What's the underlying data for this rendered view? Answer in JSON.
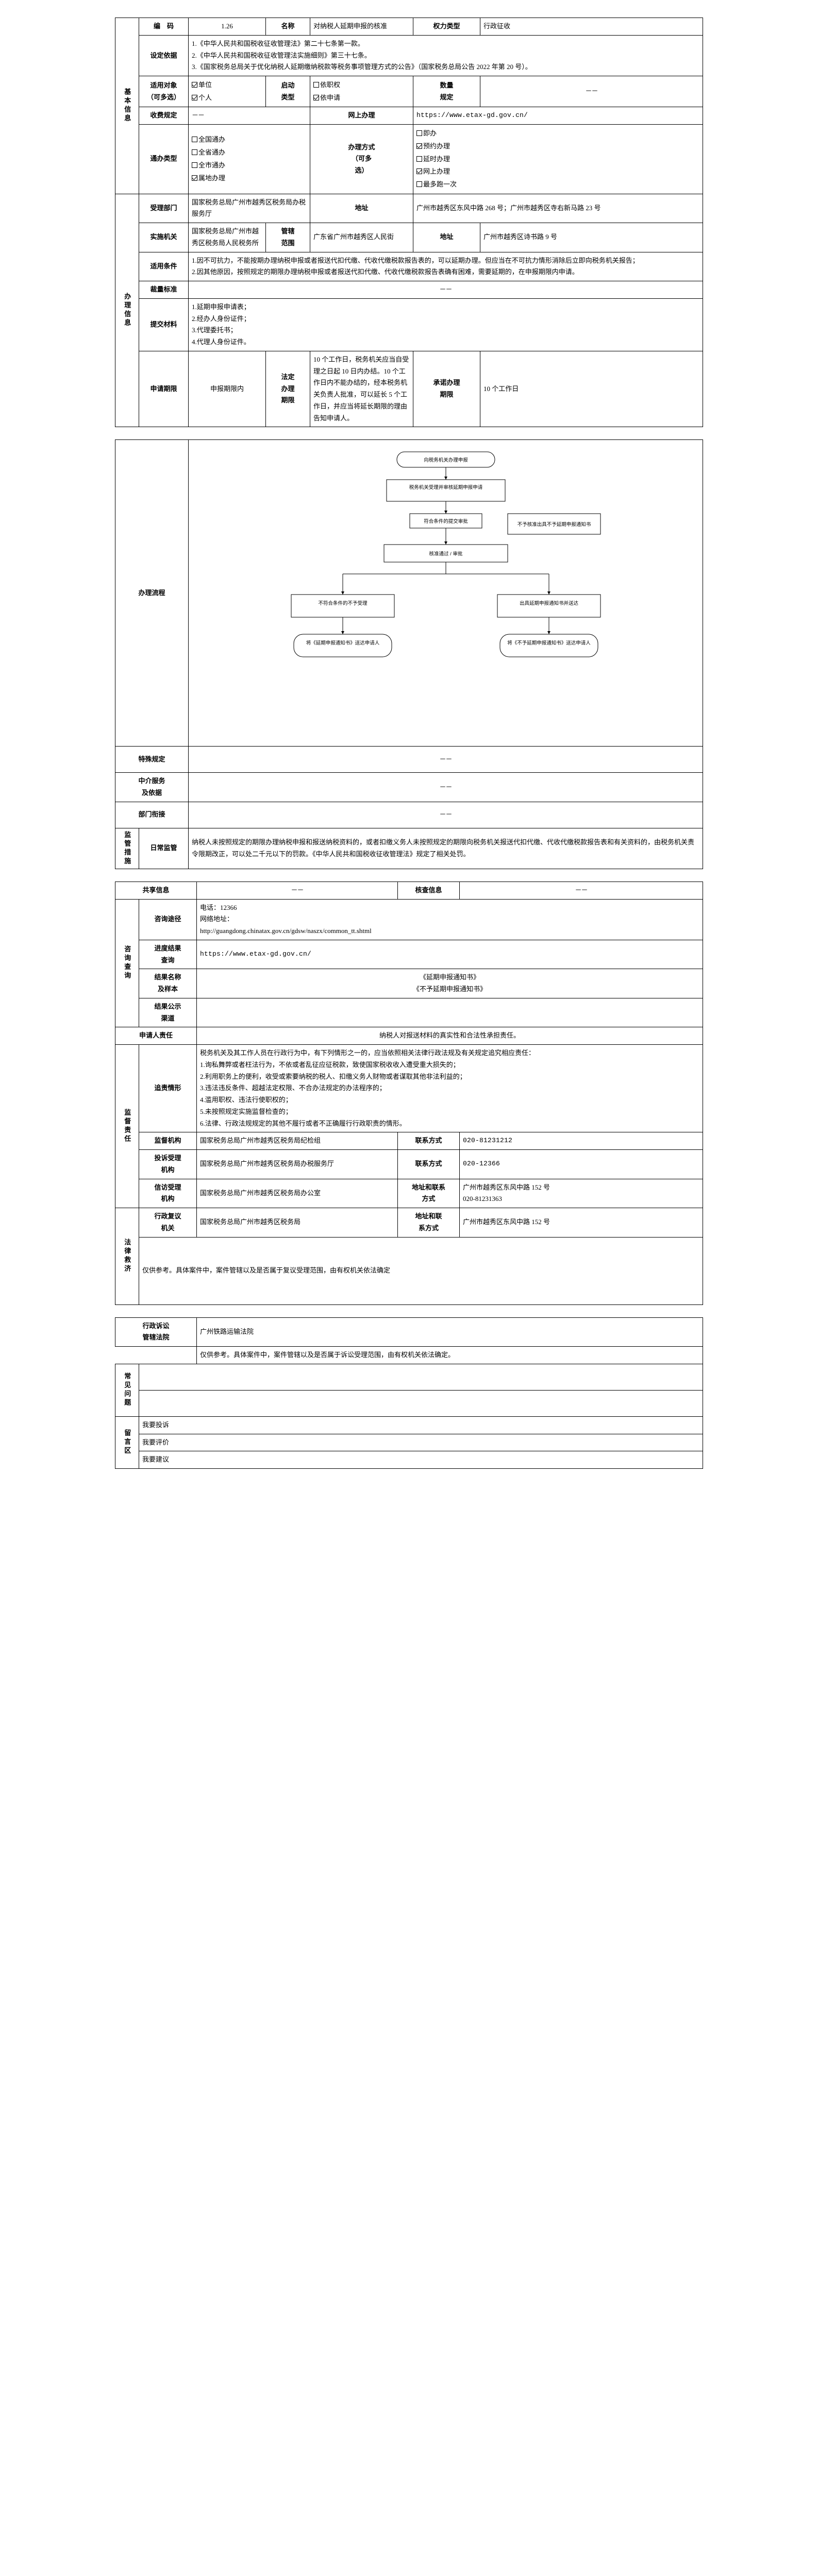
{
  "doc": {
    "title": "对纳税人延期申报的核准"
  },
  "basic": {
    "section_label": "基本信息",
    "code_label": "编　码",
    "code_value": "1.26",
    "name_label": "名称",
    "name_value": "对纳税人延期申报的核准",
    "power_type_label": "权力类型",
    "power_type_value": "行政征收",
    "basis_label": "设定依据",
    "basis_items": [
      "1.《中华人民共和国税收征收管理法》第二十七条第一款。",
      "2.《中华人民共和国税收征收管理法实施细则》第三十七条。",
      "3.《国家税务总局关于优化纳税人延期缴纳税款等税务事项管理方式的公告》（国家税务总局公告 2022 年第 20 号）。"
    ],
    "audience_label": "适用对象\n（可多选）",
    "audience_label_line1": "适用对象",
    "audience_label_line2": "（可多选）",
    "audience_options": [
      {
        "label": "单位",
        "checked": true
      },
      {
        "label": "个人",
        "checked": true
      }
    ],
    "start_type_label_line1": "启动",
    "start_type_label_line2": "类型",
    "start_type_options": [
      {
        "label": "依职权",
        "checked": false
      },
      {
        "label": "依申请",
        "checked": true
      }
    ],
    "quantity_label_line1": "数量",
    "quantity_label_line2": "规定",
    "quantity_value": "－－",
    "fee_label": "收费规定",
    "fee_value": "－－",
    "online_label": "网上办理",
    "online_value": "https://www.etax-gd.gov.cn/",
    "crossregion_label": "通办类型",
    "crossregion_options": [
      {
        "label": "全国通办",
        "checked": false
      },
      {
        "label": "全省通办",
        "checked": false
      },
      {
        "label": "全市通办",
        "checked": false
      },
      {
        "label": "属地办理",
        "checked": true
      }
    ],
    "handling_label_line1": "办理方式",
    "handling_label_line2": "（可多",
    "handling_label_line3": "选）",
    "handling_options": [
      {
        "label": "即办",
        "checked": false
      },
      {
        "label": "预约办理",
        "checked": true
      },
      {
        "label": "延时办理",
        "checked": false
      },
      {
        "label": "网上办理",
        "checked": true
      },
      {
        "label": "最多跑一次",
        "checked": false
      }
    ]
  },
  "handle": {
    "section_label": "办理信息",
    "accept_dept_label": "受理部门",
    "accept_dept_value": "国家税务总局广州市越秀区税务局办税服务厅",
    "accept_addr_label": "地址",
    "accept_addr_value": "广州市越秀区东风中路 268 号；广州市越秀区寺右新马路 23 号",
    "exec_org_label": "实施机关",
    "exec_org_value": "国家税务总局广州市越秀区税务局人民税务所",
    "jurisdiction_label_line1": "管辖",
    "jurisdiction_label_line2": "范围",
    "jurisdiction_value": "广东省广州市越秀区人民街",
    "exec_addr_label": "地址",
    "exec_addr_value": "广州市越秀区诗书路 9 号",
    "conditions_label": "适用条件",
    "conditions_items": [
      "1.因不可抗力，不能按期办理纳税申报或者报送代扣代缴、代收代缴税款报告表的，可以延期办理。但应当在不可抗力情形消除后立即向税务机关报告；",
      "2.因其他原因，按照规定的期限办理纳税申报或者报送代扣代缴、代收代缴税款报告表确有困难，需要延期的，在申报期限内申请。"
    ],
    "discretion_label": "裁量标准",
    "discretion_value": "－－",
    "materials_label": "提交材料",
    "materials_items": [
      "1.延期申报申请表；",
      "2.经办人身份证件；",
      "3.代理委托书；",
      "4.代理人身份证件。"
    ],
    "apply_period_label": "申请期限",
    "apply_period_value": "申报期限内",
    "legal_period_label_line1": "法定",
    "legal_period_label_line2": "办理",
    "legal_period_label_line3": "期限",
    "legal_period_value": "10 个工作日，税务机关应当自受理之日起 10 日内办结。10 个工作日内不能办结的，经本税务机关负责人批准，可以延长 5 个工作日，并应当将延长期限的理由告知申请人。",
    "promise_period_label_line1": "承诺办理",
    "promise_period_label_line2": "期限",
    "promise_period_value": "10 个工作日",
    "flow_label": "办理流程",
    "flow_nodes": [
      "向税务机关办理申报",
      "税务机关受理并审核延期申报申请",
      "符合条件的提交审批",
      "不符合条件的不予受理",
      "核准通过 / 审批",
      "出具延期申报通知书并送达",
      "不予核准出具不予延期申报通知书",
      "将《延期申报通知书》送达申请人",
      "将《不予延期申报通知书》送达申请人"
    ],
    "special_label": "特殊规定",
    "special_value": "－－",
    "agency_label_line1": "中介服务",
    "agency_label_line2": "及依据",
    "agency_value": "－－",
    "dept_link_label": "部门衔接",
    "dept_link_value": "－－"
  },
  "supervision_measure": {
    "section_label": "监管措施",
    "daily_label": "日常监管",
    "daily_value": "纳税人未按照规定的期限办理纳税申报和报送纳税资料的，或者扣缴义务人未按照规定的期限向税务机关报送代扣代缴、代收代缴税款报告表和有关资料的，由税务机关责令限期改正，可以处二千元以下的罚款。《中华人民共和国税收征收管理法》规定了相关处罚。"
  },
  "share": {
    "share_label": "共享信息",
    "share_value": "－－",
    "verify_label": "核查信息",
    "verify_value": "－－"
  },
  "inquiry": {
    "section_label": "咨询查询",
    "channel_label": "咨询途径",
    "channel_phone": "电话：12366",
    "channel_web_label": "网络地址：",
    "channel_web_url": "http://guangdong.chinatax.gov.cn/gdsw/naszx/common_tt.shtml",
    "progress_label_line1": "进度结果",
    "progress_label_line2": "查询",
    "progress_value": "https://www.etax-gd.gov.cn/",
    "result_name_label_line1": "结果名称",
    "result_name_label_line2": "及样本",
    "result_name_values": [
      "《延期申报通知书》",
      "《不予延期申报通知书》"
    ],
    "result_public_label_line1": "结果公示",
    "result_public_label_line2": "渠道",
    "result_public_value": ""
  },
  "applicant": {
    "label": "申请人责任",
    "value": "纳税人对报送材料的真实性和合法性承担责任。"
  },
  "supervision": {
    "section_label": "监督责任",
    "misconduct_label": "追责情形",
    "misconduct_intro": "税务机关及其工作人员在行政行为中，有下列情形之一的，应当依照相关法律行政法规及有关规定追究相应责任：",
    "misconduct_items": [
      "1.询私舞弊或者枉法行为，不依或者乱征应征税款，致使国家税收收入遭受重大损失的；",
      "2.利用职务上的便利，收受或索要纳税的税人、扣缴义务人财物或者谋取其他非法利益的；",
      "3.违法违反条件、超越法定权限、不合办法规定的办法程序的；",
      "4.滥用职权、违法行使职权的；",
      "5.未按照规定实施监督检查的；",
      "6.法律、行政法规规定的其他不履行或者不正确履行行政职责的情形。"
    ],
    "supervisor_org_label_line1": "监督机构",
    "supervisor_org_value": "国家税务总局广州市越秀区税务局纪检组",
    "supervisor_phone_label_line1": "联系方式",
    "supervisor_phone_value": "020-81231212",
    "complaint_org_label_line1": "投诉受理",
    "complaint_org_label_line2": "机构",
    "complaint_org_value": "国家税务总局广州市越秀区税务局办税服务厅",
    "complaint_phone_label": "联系方式",
    "complaint_phone_value": "020-12366",
    "letter_org_label_line1": "信访受理",
    "letter_org_label_line2": "机构",
    "letter_org_value": "国家税务总局广州市越秀区税务局办公室",
    "letter_contact_label_line1": "地址和联系",
    "letter_contact_label_line2": "方式",
    "letter_contact_value": "广州市越秀区东风中路 152 号\n020-81231363"
  },
  "legal": {
    "section_label": "法律救济",
    "review_org_label_line1": "行政复议",
    "review_org_label_line2": "机关",
    "review_org_value": "国家税务总局广州市越秀区税务局",
    "review_addr_label_line1": "地址和联",
    "review_addr_label_line2": "系方式",
    "review_addr_value": "广州市越秀区东风中路 152 号",
    "review_note": "仅供参考。具体案件中，案件管辖以及是否属于复议受理范围，由有权机关依法确定",
    "litigation_label_line1": "行政诉讼",
    "litigation_label_line2": "管辖法院",
    "litigation_value": "广州铁路运输法院",
    "litigation_note": "仅供参考。具体案件中，案件管辖以及是否属于诉讼受理范围，由有权机关依法确定。"
  },
  "faq": {
    "label": "常见问题",
    "value": ""
  },
  "message": {
    "label": "留言区",
    "items": [
      "我要投诉",
      "我要评价",
      "我要建议"
    ]
  }
}
